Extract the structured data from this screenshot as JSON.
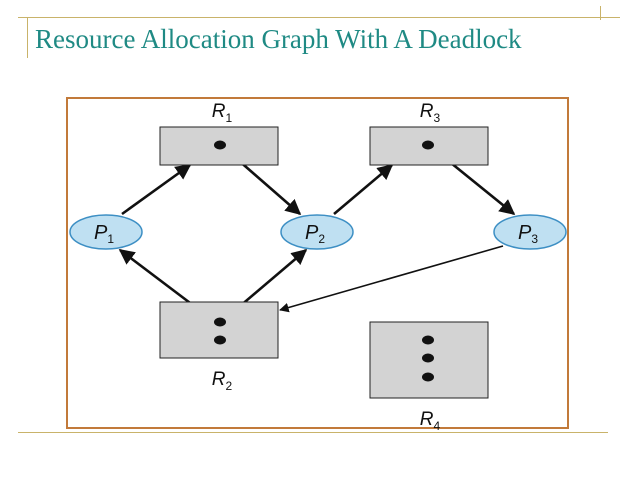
{
  "slide": {
    "title": "Resource Allocation Graph With A Deadlock"
  },
  "colors": {
    "title": "#1f8a84",
    "frame": "#c27a3a",
    "resource_fill": "#d3d3d3",
    "process_fill": "#bfe0f2",
    "process_stroke": "#3d8fc4",
    "accent_line": "#c9b36a"
  },
  "diagram": {
    "resources": [
      {
        "id": "R1",
        "label": "R",
        "sub": "1",
        "instances": 1
      },
      {
        "id": "R2",
        "label": "R",
        "sub": "2",
        "instances": 2
      },
      {
        "id": "R3",
        "label": "R",
        "sub": "3",
        "instances": 1
      },
      {
        "id": "R4",
        "label": "R",
        "sub": "4",
        "instances": 3
      }
    ],
    "processes": [
      {
        "id": "P1",
        "label": "P",
        "sub": "1"
      },
      {
        "id": "P2",
        "label": "P",
        "sub": "2"
      },
      {
        "id": "P3",
        "label": "P",
        "sub": "3"
      }
    ],
    "edges": [
      {
        "from": "P1",
        "to": "R1",
        "kind": "request"
      },
      {
        "from": "R1",
        "to": "P2",
        "kind": "assignment"
      },
      {
        "from": "P2",
        "to": "R3",
        "kind": "request"
      },
      {
        "from": "R3",
        "to": "P3",
        "kind": "assignment"
      },
      {
        "from": "P3",
        "to": "R2",
        "kind": "request"
      },
      {
        "from": "R2",
        "to": "P1",
        "kind": "assignment"
      },
      {
        "from": "R2",
        "to": "P2",
        "kind": "assignment"
      }
    ]
  }
}
